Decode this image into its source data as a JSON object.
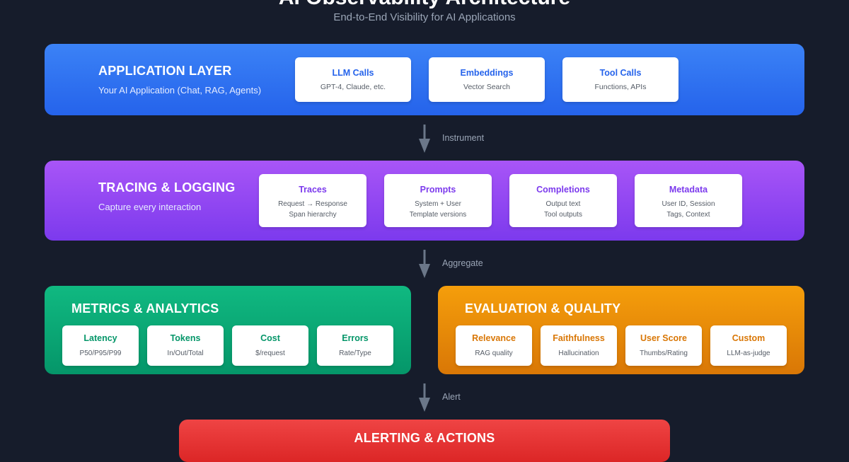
{
  "header": {
    "title": "AI Observability Architecture",
    "subtitle": "End-to-End Visibility for AI Applications"
  },
  "colors": {
    "background": "#161c2b",
    "application": "#2563eb",
    "tracing": "#7c3aed",
    "metrics": "#059669",
    "evaluation": "#d97706",
    "alerting": "#dc2626",
    "arrow": "#6b7789"
  },
  "application_layer": {
    "title": "APPLICATION LAYER",
    "description": "Your AI Application (Chat, RAG, Agents)",
    "cards": [
      {
        "title": "LLM Calls",
        "sub": "GPT-4, Claude, etc."
      },
      {
        "title": "Embeddings",
        "sub": "Vector Search"
      },
      {
        "title": "Tool Calls",
        "sub": "Functions, APIs"
      }
    ]
  },
  "connectors": {
    "instrument": "Instrument",
    "aggregate": "Aggregate",
    "alert": "Alert"
  },
  "tracing_layer": {
    "title": "TRACING & LOGGING",
    "description": "Capture every interaction",
    "cards": [
      {
        "title": "Traces",
        "line1": "Request → Response",
        "line2": "Span hierarchy"
      },
      {
        "title": "Prompts",
        "line1": "System + User",
        "line2": "Template versions"
      },
      {
        "title": "Completions",
        "line1": "Output text",
        "line2": "Tool outputs"
      },
      {
        "title": "Metadata",
        "line1": "User ID, Session",
        "line2": "Tags, Context"
      }
    ]
  },
  "metrics_layer": {
    "title": "METRICS & ANALYTICS",
    "cards": [
      {
        "title": "Latency",
        "sub": "P50/P95/P99"
      },
      {
        "title": "Tokens",
        "sub": "In/Out/Total"
      },
      {
        "title": "Cost",
        "sub": "$/request"
      },
      {
        "title": "Errors",
        "sub": "Rate/Type"
      }
    ]
  },
  "evaluation_layer": {
    "title": "EVALUATION & QUALITY",
    "cards": [
      {
        "title": "Relevance",
        "sub": "RAG quality"
      },
      {
        "title": "Faithfulness",
        "sub": "Hallucination"
      },
      {
        "title": "User Score",
        "sub": "Thumbs/Rating"
      },
      {
        "title": "Custom",
        "sub": "LLM-as-judge"
      }
    ]
  },
  "alerting_layer": {
    "title": "ALERTING & ACTIONS"
  }
}
